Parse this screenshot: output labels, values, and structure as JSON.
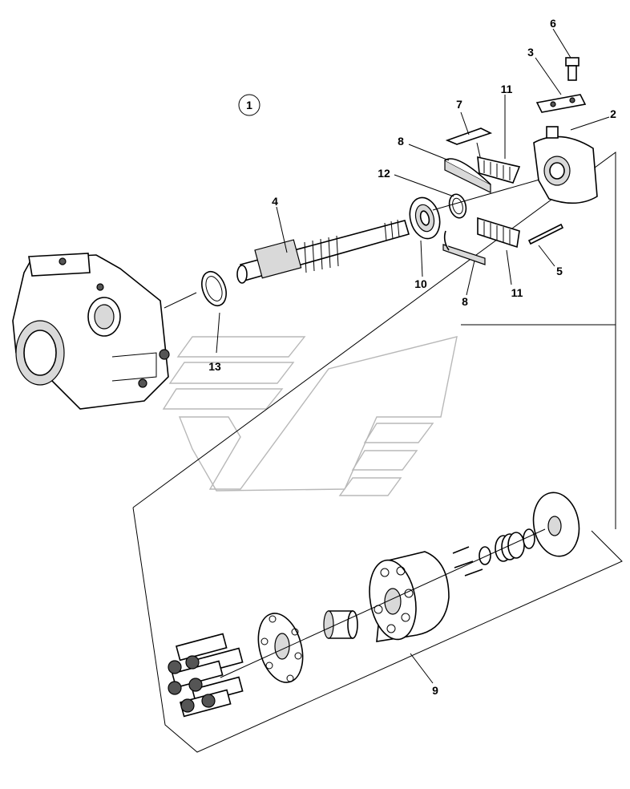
{
  "figure_number": "1",
  "callouts": [
    {
      "id": "c1",
      "label": "2"
    },
    {
      "id": "c2",
      "label": "3"
    },
    {
      "id": "c3",
      "label": "4"
    },
    {
      "id": "c4",
      "label": "5"
    },
    {
      "id": "c5",
      "label": "6"
    },
    {
      "id": "c6",
      "label": "7"
    },
    {
      "id": "c7",
      "label": "8"
    },
    {
      "id": "c8",
      "label": "8"
    },
    {
      "id": "c9",
      "label": "9"
    },
    {
      "id": "c10",
      "label": "10"
    },
    {
      "id": "c11",
      "label": "11"
    },
    {
      "id": "c12",
      "label": "11"
    },
    {
      "id": "c13",
      "label": "12"
    },
    {
      "id": "c14",
      "label": "13"
    }
  ]
}
